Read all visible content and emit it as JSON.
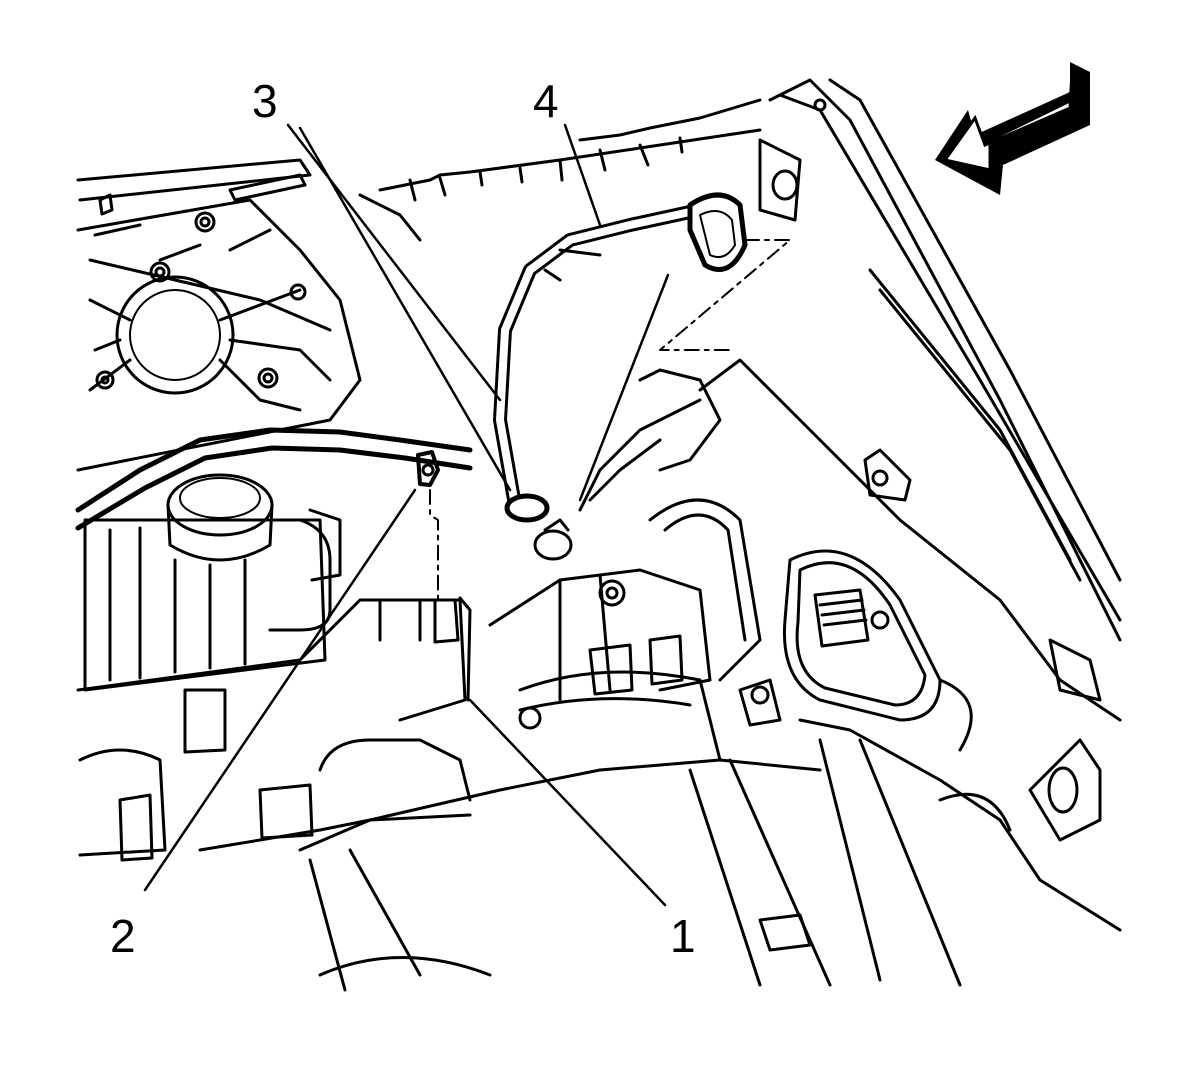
{
  "diagram": {
    "callouts": [
      {
        "id": "1",
        "label": "1"
      },
      {
        "id": "2",
        "label": "2"
      },
      {
        "id": "3",
        "label": "3"
      },
      {
        "id": "4",
        "label": "4"
      }
    ],
    "colors": {
      "line": "#000000",
      "fill": "#ffffff"
    },
    "icons": [
      "view-direction-arrow-icon"
    ]
  }
}
